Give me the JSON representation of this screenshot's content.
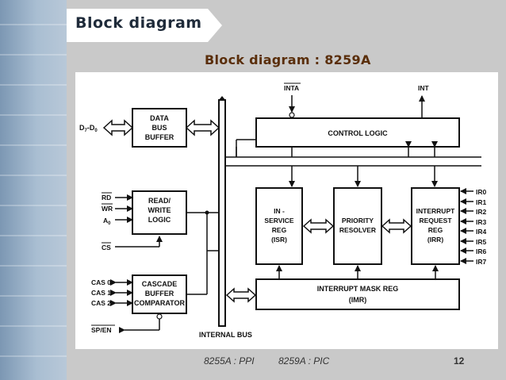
{
  "slide": {
    "title": "Block diagram",
    "subtitle": "Block diagram : 8259A",
    "footer_left": "8255A : PPI",
    "footer_mid": "8259A : PIC",
    "page_number": "12"
  },
  "diagram": {
    "blocks": {
      "data_bus_buffer": [
        "DATA",
        "BUS",
        "BUFFER"
      ],
      "read_write_logic": [
        "READ/",
        "WRITE",
        "LOGIC"
      ],
      "cascade_buffer": [
        "CASCADE",
        "BUFFER",
        "COMPARATOR"
      ],
      "control_logic": "CONTROL LOGIC",
      "isr": [
        "IN -",
        "SERVICE",
        "REG",
        "(ISR)"
      ],
      "priority_resolver": [
        "PRIORITY",
        "RESOLVER"
      ],
      "irr": [
        "INTERRUPT",
        "REQUEST",
        "REG",
        "(IRR)"
      ],
      "imr": [
        "INTERRUPT MASK REG",
        "(IMR)"
      ]
    },
    "signals": {
      "data_bus": "D",
      "data_bus_sub_a": "7",
      "data_bus_mid": "-D",
      "data_bus_sub_b": "0",
      "rd": "RD",
      "wr": "WR",
      "a0": "A",
      "a0_sub": "0",
      "cs": "CS",
      "cas": [
        "CAS 0",
        "CAS 1",
        "CAS 2"
      ],
      "sp_en": "SP/EN",
      "inta": "INTA",
      "int": "INT",
      "ir": [
        "IR0",
        "IR1",
        "IR2",
        "IR3",
        "IR4",
        "IR5",
        "IR6",
        "IR7"
      ],
      "internal_bus": "INTERNAL BUS"
    }
  },
  "colors": {
    "title_text": "#1f2b3a",
    "subtitle_text": "#5a2e0a",
    "banner_fill": "#ffffff"
  }
}
